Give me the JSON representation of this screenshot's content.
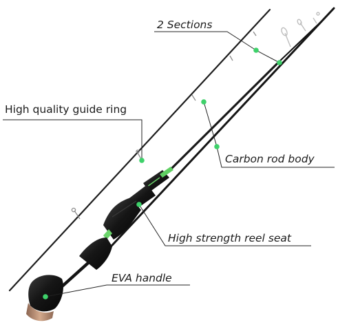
{
  "callouts": {
    "sections": "2 Sections",
    "guide_ring": "High quality guide ring",
    "rod_body": "Carbon  rod body",
    "reel_seat": "High strength reel seat",
    "handle": "EVA handle"
  },
  "colors": {
    "marker": "#3ed16a",
    "rod": "#111111",
    "accent": "#6ad46a",
    "handle": "#1c1c1c",
    "butt_cap": "#b98a6e",
    "guide_metal": "#c9c9c9",
    "leader_line": "#222222"
  }
}
